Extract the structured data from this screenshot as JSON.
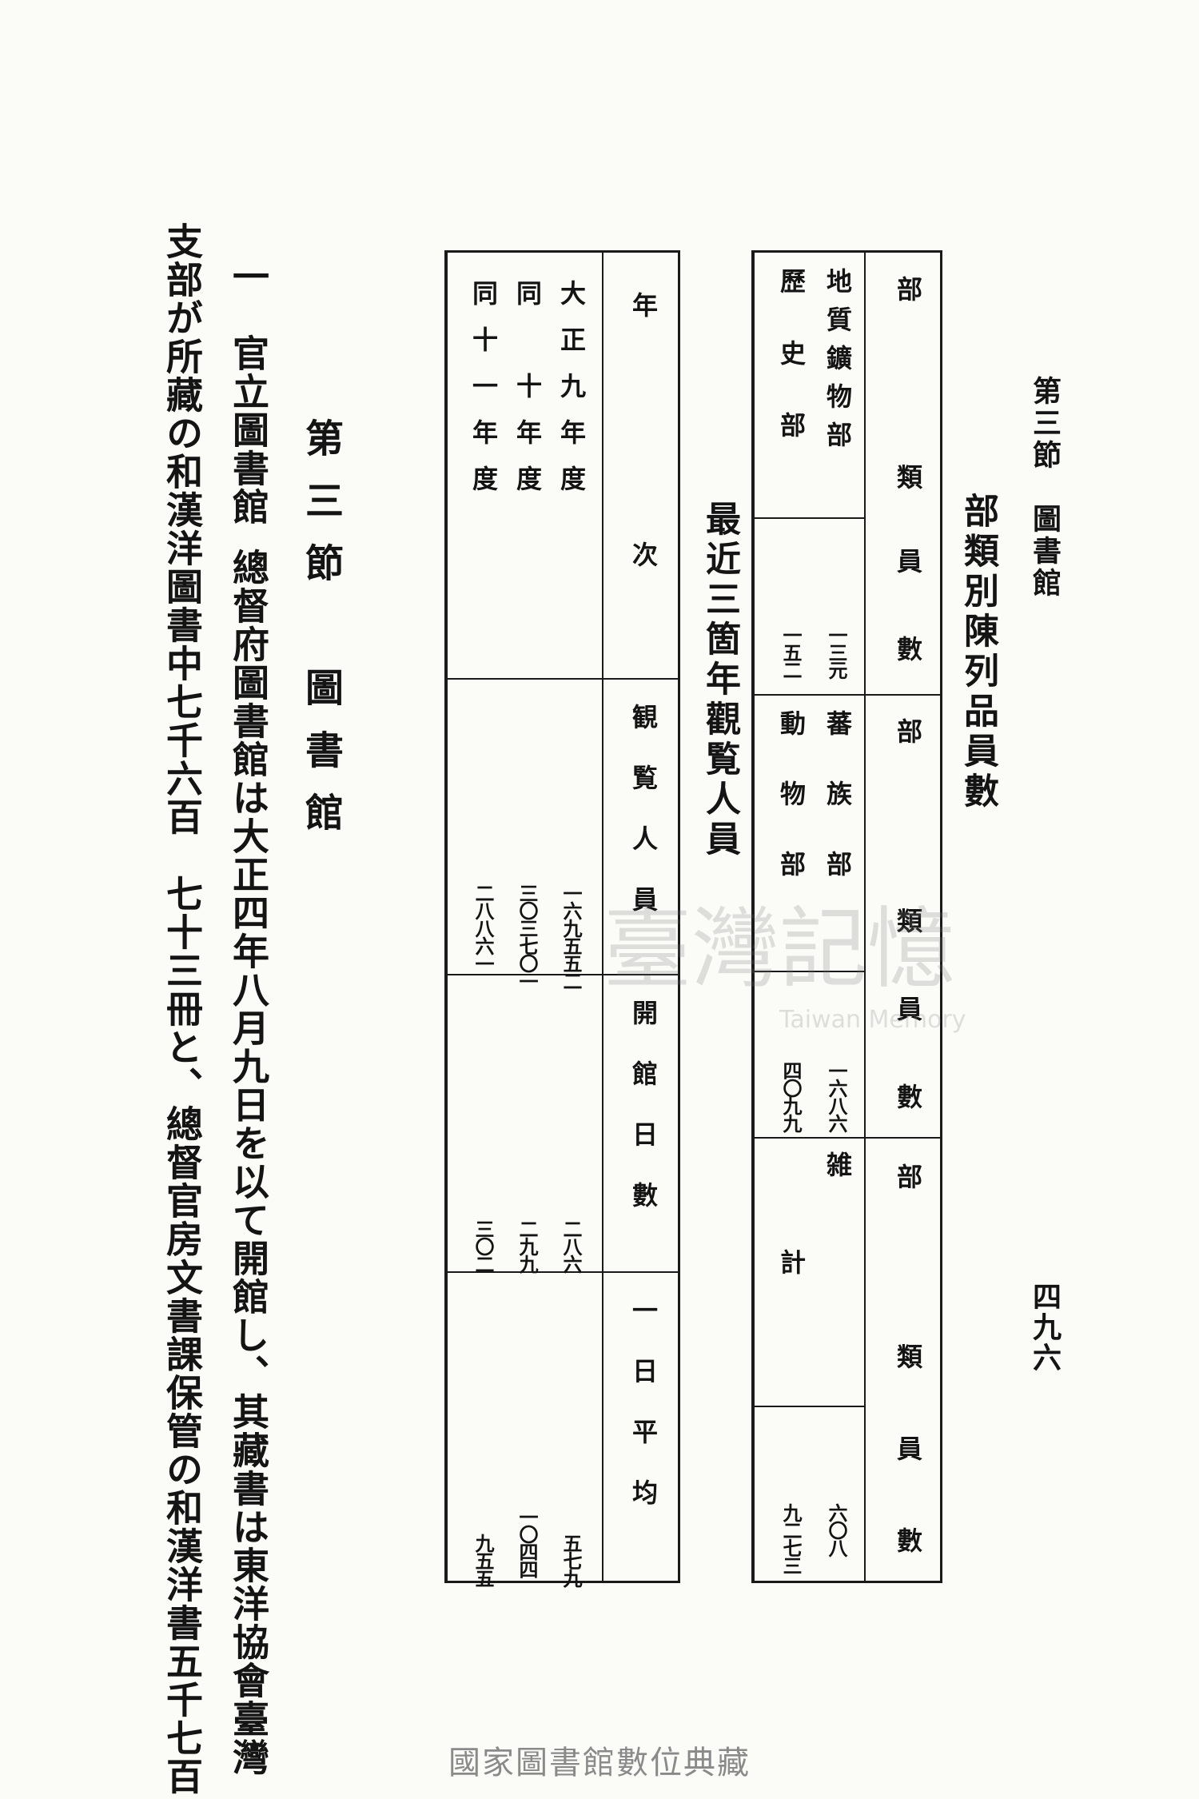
{
  "running_head": "第三節　圖書館",
  "page_number": "四九六",
  "table1": {
    "title": "部類別陳列品員數",
    "headers": [
      "部",
      "類",
      "員",
      "數"
    ],
    "col_a": [
      {
        "name": "地質鑛物部",
        "count": "一三元"
      },
      {
        "name": "歷史部",
        "count": "一五二"
      }
    ],
    "col_b": [
      {
        "name": "蕃族部",
        "count": "一六八六"
      },
      {
        "name": "動物部",
        "count": "四〇九九"
      }
    ],
    "col_c": [
      {
        "name": "雑",
        "count": "六〇八"
      },
      {
        "name": "計",
        "count": "九二七三"
      }
    ]
  },
  "table2": {
    "title": "最近三箇年觀覧人員",
    "headers": {
      "year": "年次",
      "visitors": "観覧人員",
      "days": "開館日數",
      "avg": "一日平均"
    },
    "rows": [
      {
        "year": "大正九年度",
        "visitors": "一六九五五二",
        "days": "二八六",
        "avg": "五七九"
      },
      {
        "year": "同　十年度",
        "visitors": "三〇三七〇一",
        "days": "二九九",
        "avg": "一〇四四"
      },
      {
        "year": "同十一年度",
        "visitors": "二八八六一",
        "days": "三〇二",
        "avg": "九五五"
      }
    ]
  },
  "section": {
    "title": "第三節　圖書館",
    "heading": "一　官立圖書館",
    "line1": "總督府圖書館は大正四年八月九日を以て開館し、其藏書は東洋協會臺灣",
    "line2": "支部が所藏の和漢洋圖書中七千六百　七十三冊と、總督官房文書課保管の和漢洋書五千七百"
  },
  "watermark": {
    "text": "臺灣記憶",
    "sub": "Taiwan Memory"
  },
  "footer": "國家圖書館數位典藏"
}
